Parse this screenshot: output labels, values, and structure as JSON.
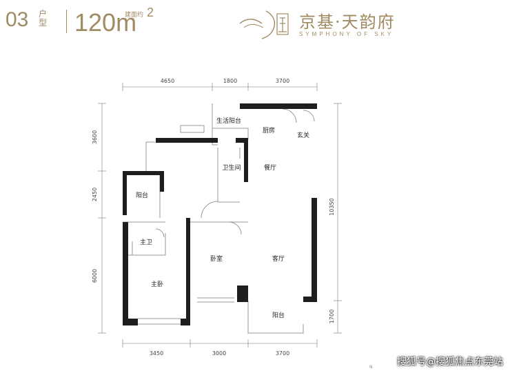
{
  "header": {
    "unit_code": "03",
    "unit_type": "户型",
    "area_value": "120m",
    "area_label": "建面约",
    "area_sup": "2",
    "brand_name": "京基·天韵府",
    "brand_en": "SYMPHONY OF SKY"
  },
  "dimensions": {
    "top": [
      "4650",
      "1800",
      "3700"
    ],
    "bottom": [
      "3450",
      "3000",
      "3700"
    ],
    "left": [
      "3600",
      "2450",
      "6000"
    ],
    "right": [
      "10350",
      "1700"
    ]
  },
  "rooms": {
    "living_balcony": "生活阳台",
    "kitchen": "厨房",
    "foyer": "玄关",
    "bathroom": "卫生间",
    "dining": "餐厅",
    "balcony_left": "阳台",
    "master_bath": "主卫",
    "bedroom": "卧室",
    "living_room": "客厅",
    "master_bedroom": "主卧",
    "balcony_bottom": "阳台"
  },
  "north_label": "N",
  "watermark": "搜狐号@搜狐焦点东莞站",
  "colors": {
    "brand": "#a08a62",
    "wall": "#1e1e1e"
  }
}
